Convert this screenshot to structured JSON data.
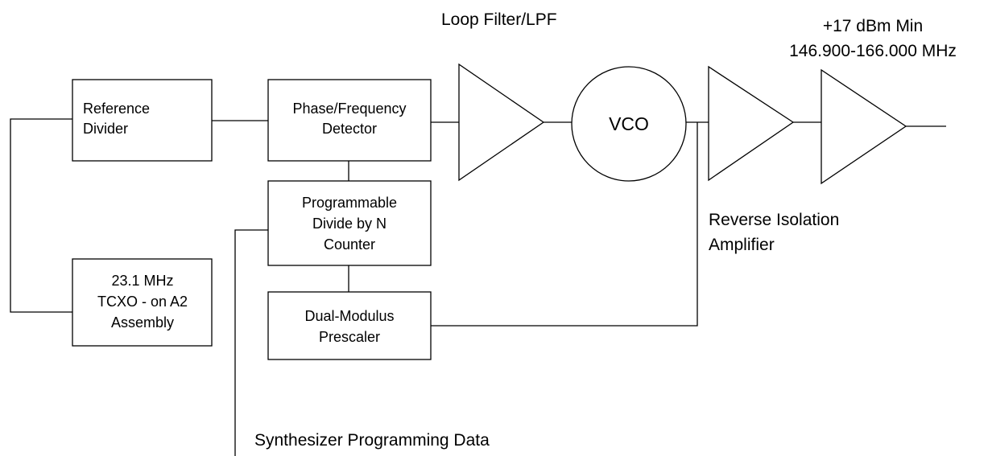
{
  "blocks": {
    "reference_divider": [
      "Reference",
      "Divider"
    ],
    "phase_detector": [
      "Phase/Frequency",
      "Detector"
    ],
    "divide_by_n": [
      "Programmable",
      "Divide by N",
      "Counter"
    ],
    "prescaler": [
      "Dual-Modulus",
      "Prescaler"
    ],
    "tcxo": [
      "23.1 MHz",
      "TCXO - on A2",
      "Assembly"
    ],
    "vco": "VCO"
  },
  "labels": {
    "loop_filter": "Loop Filter/LPF",
    "output_power": "+17 dBm Min",
    "output_freq": "146.900-166.000 MHz",
    "isolation_amp": [
      "Reverse Isolation",
      "Amplifier"
    ],
    "programming_data": "Synthesizer Programming Data"
  }
}
